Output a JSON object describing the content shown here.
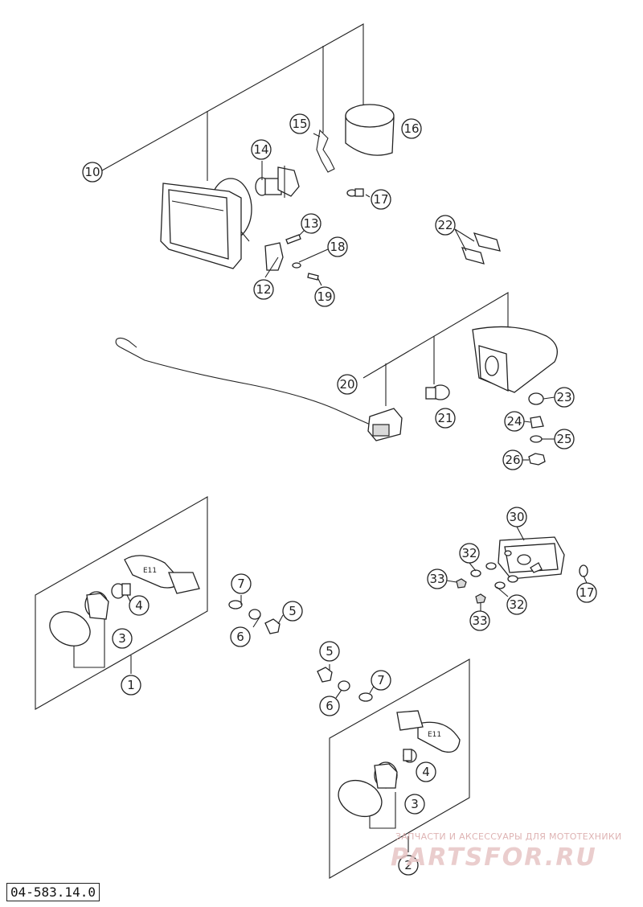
{
  "callouts": {
    "c1": "1",
    "c2": "2",
    "c3a": "3",
    "c3b": "3",
    "c4a": "4",
    "c4b": "4",
    "c5a": "5",
    "c5b": "5",
    "c6a": "6",
    "c6b": "6",
    "c7a": "7",
    "c7b": "7",
    "c10": "10",
    "c12": "12",
    "c13": "13",
    "c14": "14",
    "c15": "15",
    "c16": "16",
    "c17a": "17",
    "c17b": "17",
    "c18": "18",
    "c19": "19",
    "c20": "20",
    "c21": "21",
    "c22": "22",
    "c23": "23",
    "c24": "24",
    "c25": "25",
    "c26": "26",
    "c30": "30",
    "c32a": "32",
    "c32b": "32",
    "c33a": "33",
    "c33b": "33"
  },
  "watermark": {
    "tagline": "ЗАПЧАСТИ И АКСЕССУАРЫ ДЛЯ МОТОТЕХНИКИ",
    "logo": "PARTSFOR.RU"
  },
  "part_number": "04-583.14.0"
}
